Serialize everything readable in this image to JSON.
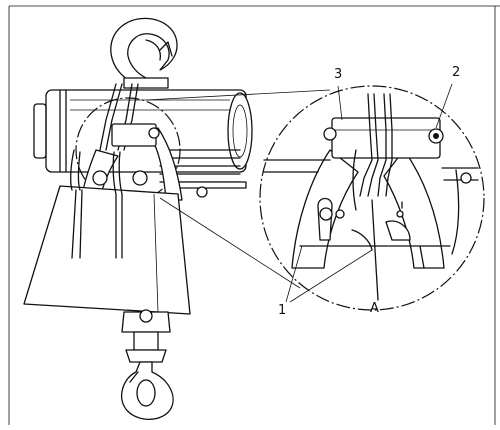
{
  "figure": {
    "callouts": {
      "one": "1",
      "two": "2",
      "three": "3",
      "a": "A"
    }
  }
}
